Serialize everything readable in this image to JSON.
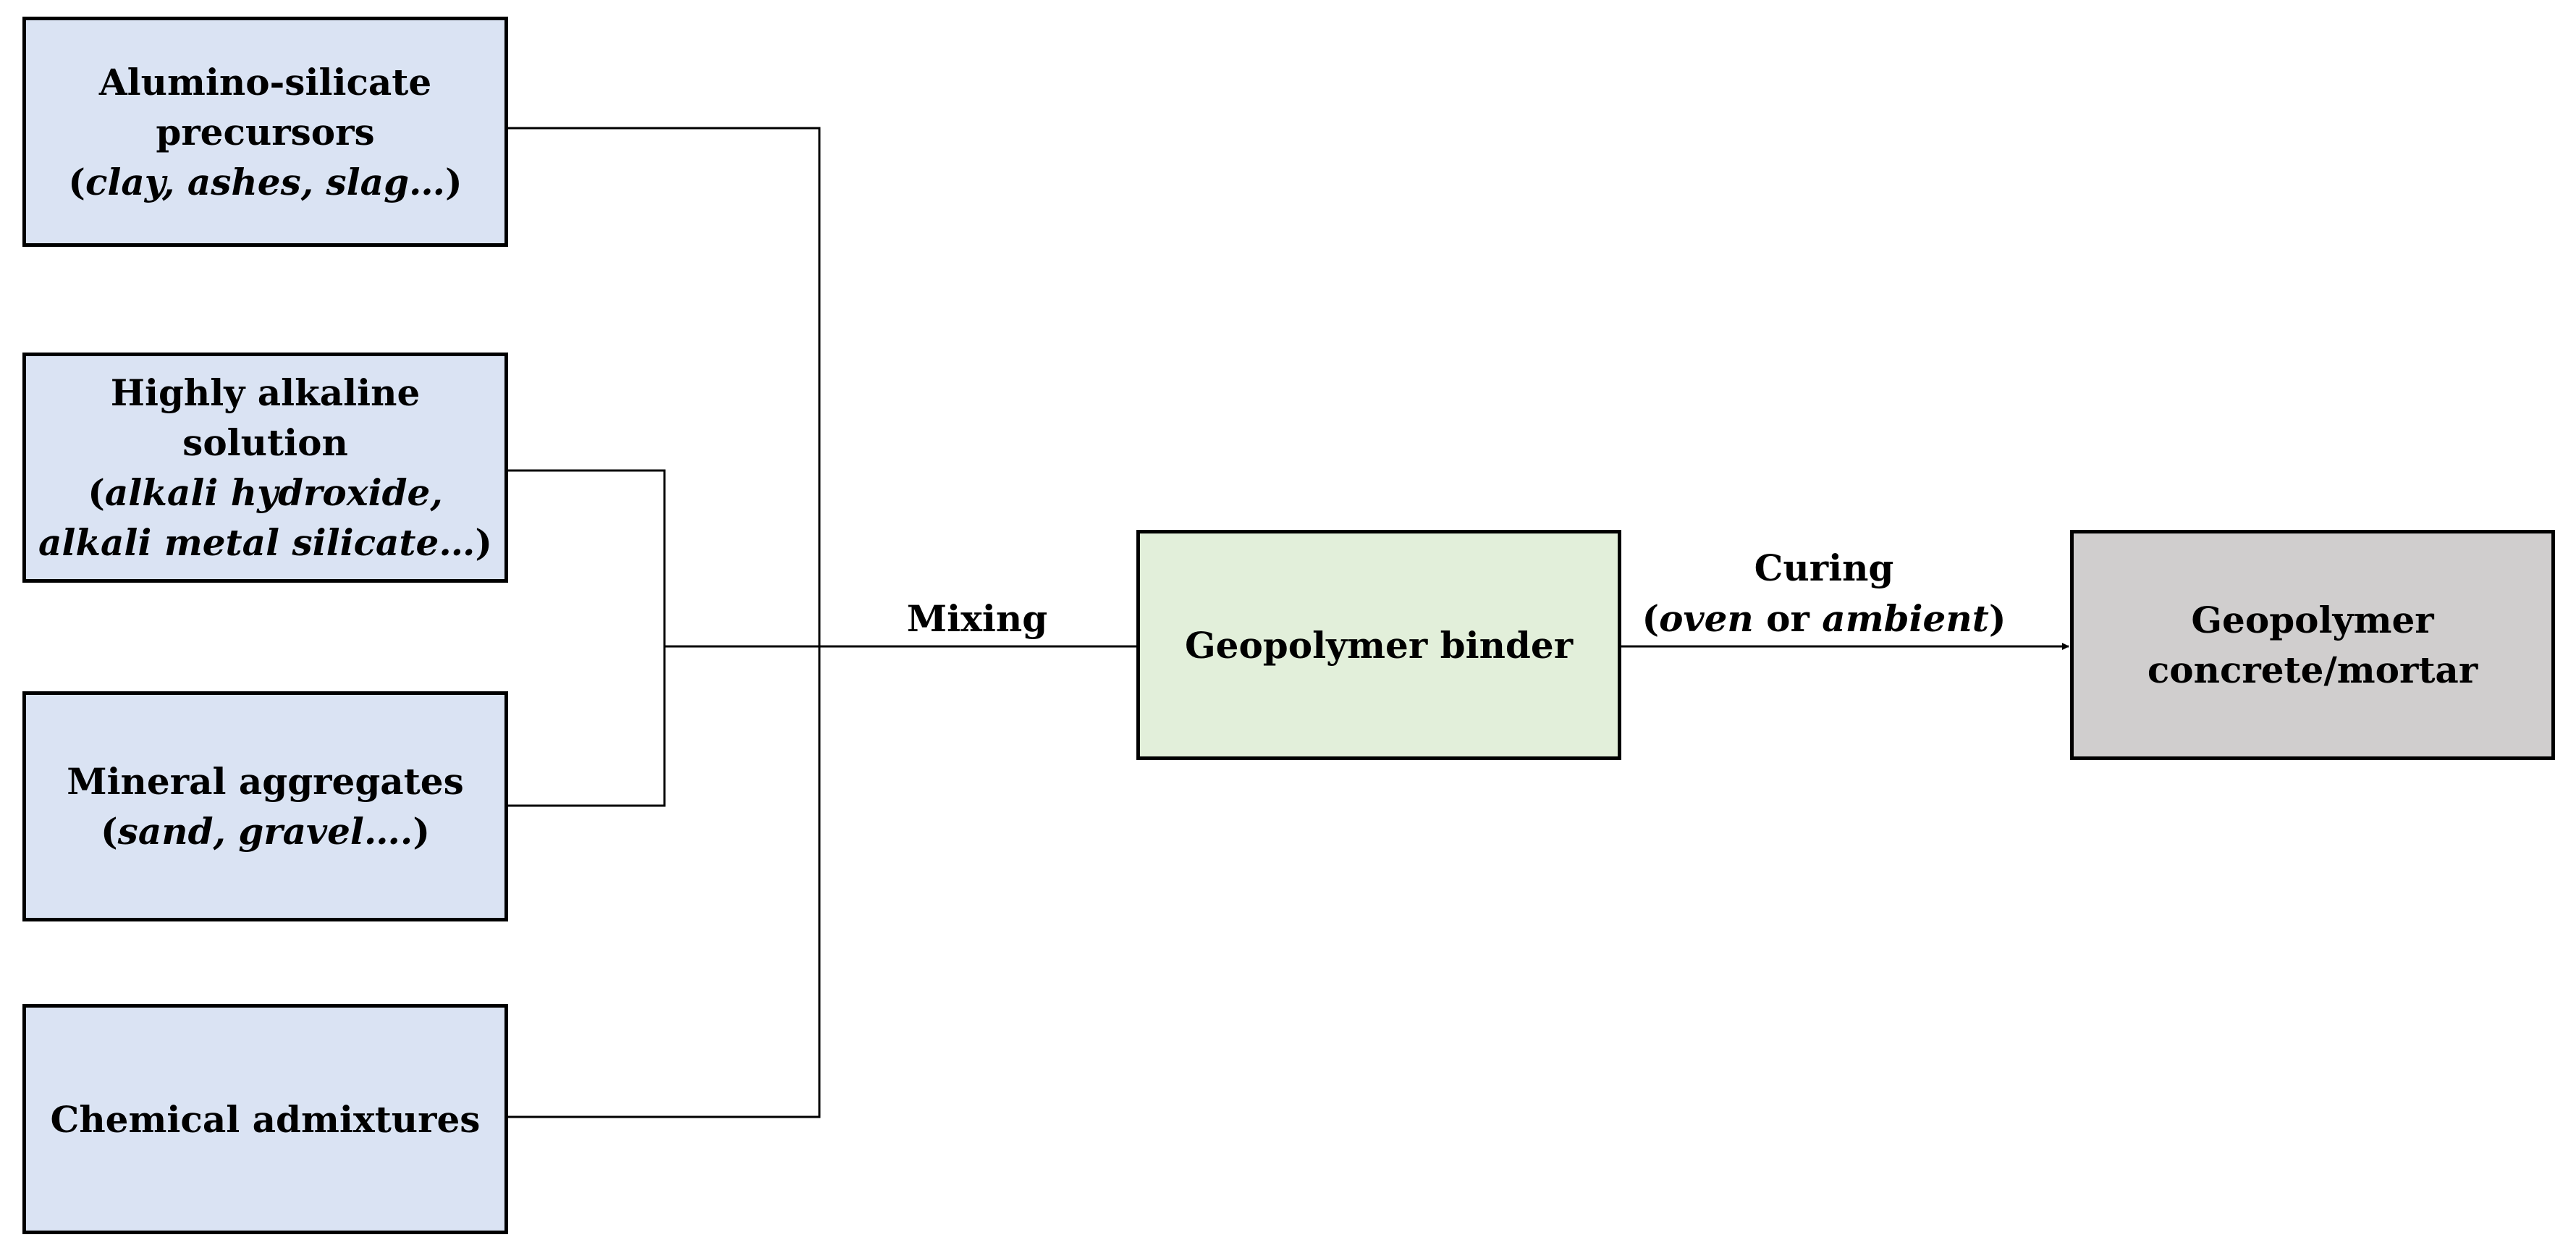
{
  "inputs": [
    {
      "id": "precursors",
      "title_lines": [
        "Alumino-silicate",
        "precursors"
      ],
      "examples_lines": [
        "clay, ashes, slag…"
      ]
    },
    {
      "id": "alkaline",
      "title_lines": [
        "Highly alkaline",
        "solution"
      ],
      "examples_lines": [
        "alkali hydroxide,",
        "alkali metal silicate…"
      ]
    },
    {
      "id": "aggregates",
      "title_lines": [
        "Mineral aggregates"
      ],
      "examples_lines": [
        "sand, gravel…."
      ]
    },
    {
      "id": "admixtures",
      "title_lines": [
        "Chemical admixtures"
      ],
      "examples_lines": []
    }
  ],
  "process": {
    "mixing_label": "Mixing",
    "binder_label": "Geopolymer binder",
    "curing_label": "Curing",
    "curing_option_1": "oven",
    "curing_connector": "or",
    "curing_option_2": "ambient",
    "product_lines": [
      "Geopolymer",
      "concrete/mortar"
    ]
  },
  "colors": {
    "input_fill": "#dae3f3",
    "binder_fill": "#e2efda",
    "product_fill": "#d0cece",
    "stroke": "#000000"
  }
}
